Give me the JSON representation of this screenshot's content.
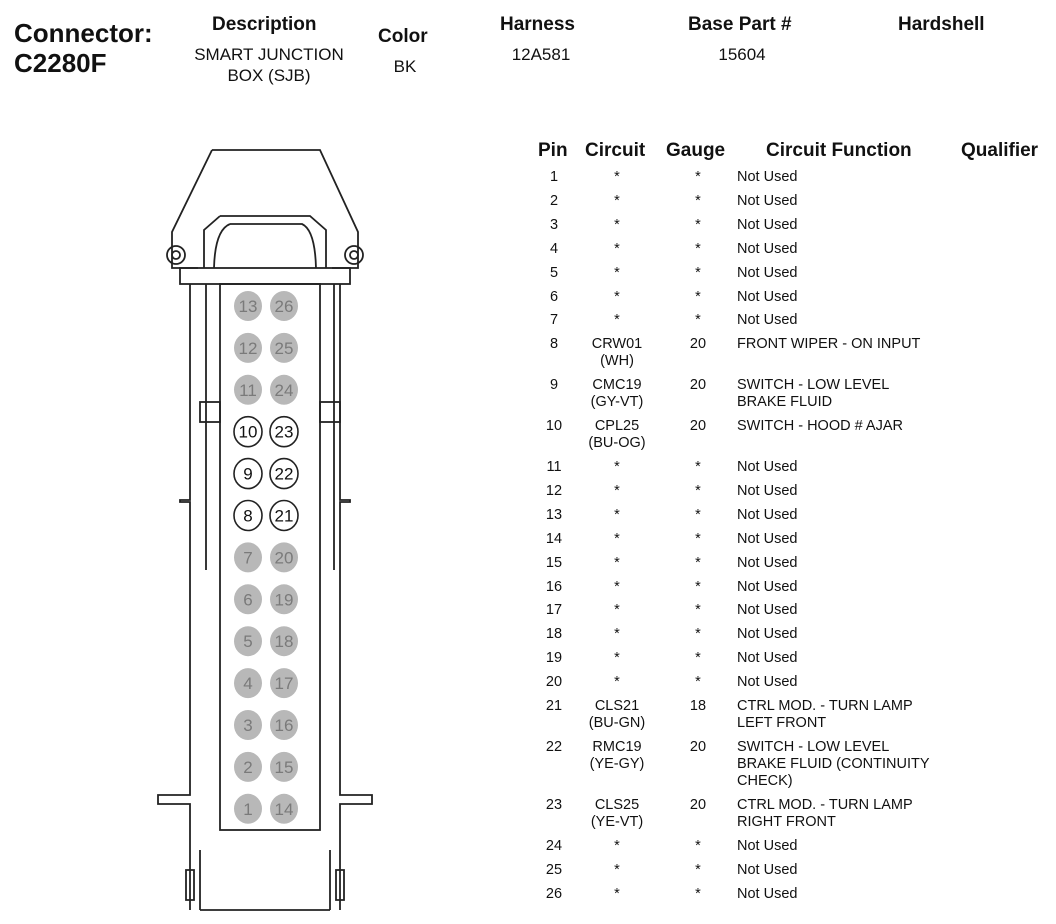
{
  "header": {
    "connector_label": "Connector:",
    "connector_id": "C2280F",
    "description_label": "Description",
    "description_value": [
      "SMART JUNCTION",
      "BOX (SJB)"
    ],
    "color_label": "Color",
    "color_value": "BK",
    "harness_label": "Harness",
    "harness_value": "12A581",
    "base_part_label": "Base Part #",
    "base_part_value": "15604",
    "hardshell_label": "Hardshell"
  },
  "table": {
    "columns": [
      "Pin",
      "Circuit",
      "Gauge",
      "Circuit Function",
      "Qualifier"
    ],
    "rows": [
      {
        "pin": "1",
        "circuit": [
          "*"
        ],
        "gauge": "*",
        "function": [
          "Not Used"
        ]
      },
      {
        "pin": "2",
        "circuit": [
          "*"
        ],
        "gauge": "*",
        "function": [
          "Not Used"
        ]
      },
      {
        "pin": "3",
        "circuit": [
          "*"
        ],
        "gauge": "*",
        "function": [
          "Not Used"
        ]
      },
      {
        "pin": "4",
        "circuit": [
          "*"
        ],
        "gauge": "*",
        "function": [
          "Not Used"
        ]
      },
      {
        "pin": "5",
        "circuit": [
          "*"
        ],
        "gauge": "*",
        "function": [
          "Not Used"
        ]
      },
      {
        "pin": "6",
        "circuit": [
          "*"
        ],
        "gauge": "*",
        "function": [
          "Not Used"
        ]
      },
      {
        "pin": "7",
        "circuit": [
          "*"
        ],
        "gauge": "*",
        "function": [
          "Not Used"
        ]
      },
      {
        "pin": "8",
        "circuit": [
          "CRW01",
          "(WH)"
        ],
        "gauge": "20",
        "function": [
          "FRONT WIPER - ON INPUT"
        ]
      },
      {
        "pin": "9",
        "circuit": [
          "CMC19",
          "(GY-VT)"
        ],
        "gauge": "20",
        "function": [
          "SWITCH - LOW LEVEL",
          "BRAKE FLUID"
        ]
      },
      {
        "pin": "10",
        "circuit": [
          "CPL25",
          "(BU-OG)"
        ],
        "gauge": "20",
        "function": [
          "SWITCH - HOOD # AJAR"
        ]
      },
      {
        "pin": "11",
        "circuit": [
          "*"
        ],
        "gauge": "*",
        "function": [
          "Not Used"
        ]
      },
      {
        "pin": "12",
        "circuit": [
          "*"
        ],
        "gauge": "*",
        "function": [
          "Not Used"
        ]
      },
      {
        "pin": "13",
        "circuit": [
          "*"
        ],
        "gauge": "*",
        "function": [
          "Not Used"
        ]
      },
      {
        "pin": "14",
        "circuit": [
          "*"
        ],
        "gauge": "*",
        "function": [
          "Not Used"
        ]
      },
      {
        "pin": "15",
        "circuit": [
          "*"
        ],
        "gauge": "*",
        "function": [
          "Not Used"
        ]
      },
      {
        "pin": "16",
        "circuit": [
          "*"
        ],
        "gauge": "*",
        "function": [
          "Not Used"
        ]
      },
      {
        "pin": "17",
        "circuit": [
          "*"
        ],
        "gauge": "*",
        "function": [
          "Not Used"
        ]
      },
      {
        "pin": "18",
        "circuit": [
          "*"
        ],
        "gauge": "*",
        "function": [
          "Not Used"
        ]
      },
      {
        "pin": "19",
        "circuit": [
          "*"
        ],
        "gauge": "*",
        "function": [
          "Not Used"
        ]
      },
      {
        "pin": "20",
        "circuit": [
          "*"
        ],
        "gauge": "*",
        "function": [
          "Not Used"
        ]
      },
      {
        "pin": "21",
        "circuit": [
          "CLS21",
          "(BU-GN)"
        ],
        "gauge": "18",
        "function": [
          "CTRL MOD. - TURN LAMP",
          "LEFT FRONT"
        ]
      },
      {
        "pin": "22",
        "circuit": [
          "RMC19",
          "(YE-GY)"
        ],
        "gauge": "20",
        "function": [
          "SWITCH - LOW LEVEL",
          "BRAKE FLUID (CONTINUITY",
          "CHECK)"
        ]
      },
      {
        "pin": "23",
        "circuit": [
          "CLS25",
          "(YE-VT)"
        ],
        "gauge": "20",
        "function": [
          "CTRL MOD. - TURN LAMP",
          "RIGHT FRONT"
        ]
      },
      {
        "pin": "24",
        "circuit": [
          "*"
        ],
        "gauge": "*",
        "function": [
          "Not Used"
        ]
      },
      {
        "pin": "25",
        "circuit": [
          "*"
        ],
        "gauge": "*",
        "function": [
          "Not Used"
        ]
      },
      {
        "pin": "26",
        "circuit": [
          "*"
        ],
        "gauge": "*",
        "function": [
          "Not Used"
        ]
      }
    ]
  },
  "diagram": {
    "left_column_pins": [
      "13",
      "12",
      "11",
      "10",
      "9",
      "8",
      "7",
      "6",
      "5",
      "4",
      "3",
      "2",
      "1"
    ],
    "right_column_pins": [
      "26",
      "25",
      "24",
      "23",
      "22",
      "21",
      "20",
      "19",
      "18",
      "17",
      "16",
      "15",
      "14"
    ],
    "used_pins": [
      "8",
      "9",
      "10",
      "21",
      "22",
      "23"
    ],
    "unused_fill": "#b8b8b8",
    "used_fill": "#ffffff",
    "stroke": "#222222"
  }
}
